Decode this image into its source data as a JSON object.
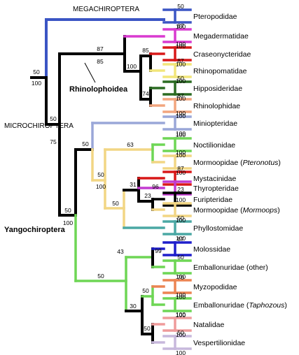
{
  "clades": {
    "mega": "MEGACHIROPTERA",
    "micro": "MICROCHIROPTERA",
    "rhino": "Rhinolophoidea",
    "yango": "Yangochiroptera"
  },
  "colors": {
    "black": "#000000",
    "blue": "#3b55c4",
    "magenta": "#d93ad0",
    "red": "#d81818",
    "yellow": "#f2e67a",
    "darkgreen": "#2b6b22",
    "salmon": "#f2a57e",
    "periwinkle": "#9aa7d8",
    "green": "#6ed655",
    "tan": "#f2d684",
    "violet": "#c23bd0",
    "teal": "#4aa8a4",
    "navy": "#1e1ecb",
    "orange": "#ec8452",
    "pink": "#ef9b9b",
    "lavender": "#c7b8dc"
  },
  "taxa": [
    {
      "name": "Pteropodidae",
      "italic": "",
      "close": "",
      "color": "blue"
    },
    {
      "name": "Megadermatidae",
      "italic": "",
      "close": "",
      "color": "magenta"
    },
    {
      "name": "Craseonycteridae",
      "italic": "",
      "close": "",
      "color": "red"
    },
    {
      "name": "Rhinopomatidae",
      "italic": "",
      "close": "",
      "color": "yellow"
    },
    {
      "name": "Hipposideridae",
      "italic": "",
      "close": "",
      "color": "darkgreen"
    },
    {
      "name": "Rhinolophidae",
      "italic": "",
      "close": "",
      "color": "salmon"
    },
    {
      "name": "Miniopteridae",
      "italic": "",
      "close": "",
      "color": "periwinkle"
    },
    {
      "name": "Noctilionidae",
      "italic": "",
      "close": "",
      "color": "green"
    },
    {
      "name": "Mormoopidae (",
      "italic": "Pteronotus",
      "close": ")",
      "color": "tan"
    },
    {
      "name": "Mystacinidae",
      "italic": "",
      "close": "",
      "color": "red"
    },
    {
      "name": "Thyropteridae",
      "italic": "",
      "close": "",
      "color": "violet"
    },
    {
      "name": "Furipteridae",
      "italic": "",
      "close": "",
      "color": "black"
    },
    {
      "name": "Mormoopidae (",
      "italic": "Mormoops",
      "close": ")",
      "color": "tan"
    },
    {
      "name": "Phyllostomidae",
      "italic": "",
      "close": "",
      "color": "teal"
    },
    {
      "name": "Molossidae",
      "italic": "",
      "close": "",
      "color": "navy"
    },
    {
      "name": "Emballonuridae (other)",
      "italic": "",
      "close": "",
      "color": "green"
    },
    {
      "name": "Myzopodidae",
      "italic": "",
      "close": "",
      "color": "orange"
    },
    {
      "name": "Emballonuridae (",
      "italic": "Taphozous",
      "close": ")",
      "color": "green"
    },
    {
      "name": "Natalidae",
      "italic": "",
      "close": "",
      "color": "pink"
    },
    {
      "name": "Vespertilionidae",
      "italic": "",
      "close": "",
      "color": "lavender"
    }
  ],
  "support": {
    "t0": [
      "50",
      "100"
    ],
    "t1": [
      "87",
      "100"
    ],
    "t2": [
      "100",
      "100"
    ],
    "t3": [
      "87",
      "100"
    ],
    "t4": [
      "50",
      "100"
    ],
    "t5": [
      "87",
      "100"
    ],
    "t6": [
      "100",
      "100"
    ],
    "t7": [
      "100",
      "100"
    ],
    "t8": [
      "100",
      "100"
    ],
    "t9": [
      "87",
      ""
    ],
    "t10": [
      "",
      ""
    ],
    "t11": [
      "23",
      ""
    ],
    "t12": [
      "100",
      "100"
    ],
    "t13": [
      "50",
      "100"
    ],
    "t14": [
      "87",
      ""
    ],
    "t15": [
      "50",
      "70"
    ],
    "t16": [
      "100",
      "100"
    ],
    "t17": [
      "100",
      "100"
    ],
    "t18": [
      "100",
      "100"
    ],
    "t19": [
      "50",
      "100"
    ],
    "root": [
      "50",
      "100"
    ],
    "micro": [
      "50",
      "75"
    ],
    "rhino": [
      "87",
      "85"
    ],
    "rhinoInner": [
      "100",
      ""
    ],
    "craseo": [
      "85",
      ""
    ],
    "hippo": [
      "74",
      ""
    ],
    "yango": [
      "50",
      "100"
    ],
    "yangoUp": [
      "50",
      ""
    ],
    "noct": [
      "63",
      ""
    ],
    "nmClade": [
      "50",
      "100"
    ],
    "mystac": [
      "31",
      "96"
    ],
    "mid": [
      "50",
      ""
    ],
    "phyllo": [
      "50",
      "100"
    ],
    "lower": [
      "50",
      ""
    ],
    "moloss": [
      "43",
      ""
    ],
    "molossInner": [
      "99",
      ""
    ],
    "myzo": [
      "50",
      ""
    ],
    "lowInner": [
      "30",
      ""
    ],
    "natal": [
      "50",
      ""
    ]
  }
}
